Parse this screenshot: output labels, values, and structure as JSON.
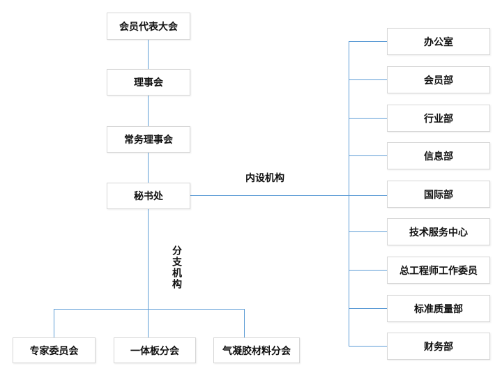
{
  "diagram": {
    "left_chain": [
      "会员代表大会",
      "理事会",
      "常务理事会",
      "秘书处"
    ],
    "right_column": [
      "办公室",
      "会员部",
      "行业部",
      "信息部",
      "国际部",
      "技术服务中心",
      "总工程师工作委员",
      "标准质量部",
      "财务部"
    ],
    "bottom_row": [
      "专家委员会",
      "一体板分会",
      "气凝胶材料分会"
    ],
    "edge_labels": {
      "internal_orgs": "内设机构",
      "branch_orgs": "分支机构"
    },
    "colors": {
      "connector": "#5b9bd5",
      "node_border": "#d6d6d6",
      "text": "#111111",
      "background": "#ffffff"
    }
  }
}
